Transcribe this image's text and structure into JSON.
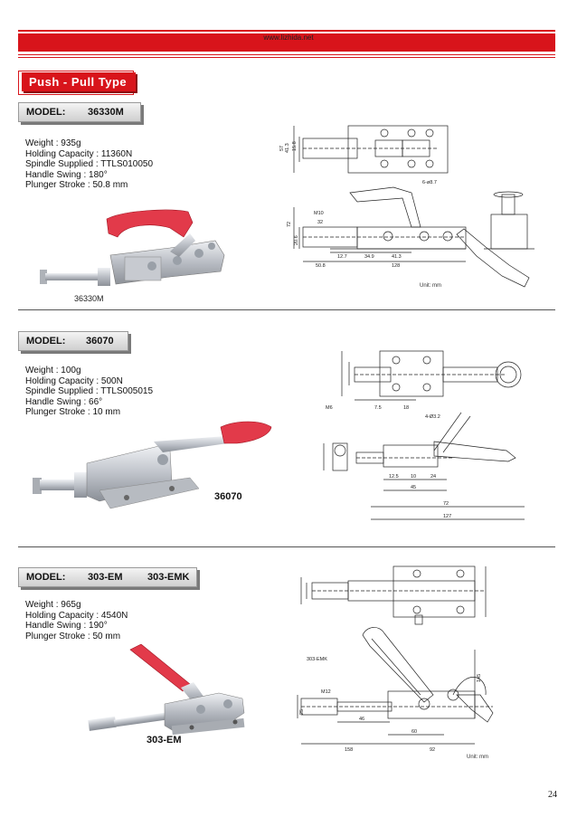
{
  "header": {
    "website": "www.lizhida.net",
    "section_title": "Push - Pull Type"
  },
  "products": [
    {
      "model_label": "MODEL:",
      "model_values": [
        "36330M"
      ],
      "specs": [
        "Weight : 935g",
        "Holding Capacity : 11360N",
        "Spindle Supplied : TTLS010050",
        "Handle Swing : 180°",
        "Plunger Stroke : 50.8 mm"
      ],
      "photo_caption": "36330M",
      "drawing_labels": [
        "57",
        "41.3",
        "15.8",
        "6-ø8.7",
        "M10",
        "32",
        "72",
        "20.6",
        "12.7",
        "34.9",
        "41.3",
        "50.8",
        "128"
      ],
      "unit_note": "Unit: mm"
    },
    {
      "model_label": "MODEL:",
      "model_values": [
        "36070"
      ],
      "specs": [
        "Weight : 100g",
        "Holding Capacity : 500N",
        "Spindle Supplied : TTLS005015",
        "Handle Swing : 66°",
        "Plunger Stroke : 10 mm"
      ],
      "photo_caption": "36070",
      "drawing_labels": [
        "M6",
        "7.5",
        "18",
        "4-Ø3.2",
        "12.5",
        "10",
        "24",
        "45",
        "72",
        "127"
      ],
      "unit_note": ""
    },
    {
      "model_label": "MODEL:",
      "model_values": [
        "303-EM",
        "303-EMK"
      ],
      "specs": [
        "Weight : 965g",
        "Holding Capacity : 4540N",
        "Handle Swing : 190°",
        "Plunger Stroke : 50 mm"
      ],
      "photo_caption": "303-EM",
      "drawing_labels": [
        "303-EMK",
        "M12",
        "145",
        "25",
        "46",
        "60",
        "158",
        "92"
      ],
      "unit_note": "Unit: mm"
    }
  ],
  "page_number": "24",
  "colors": {
    "brand_red": "#d8141b",
    "handle_red": "#e23a4a",
    "metal": "#c9ccd2"
  }
}
